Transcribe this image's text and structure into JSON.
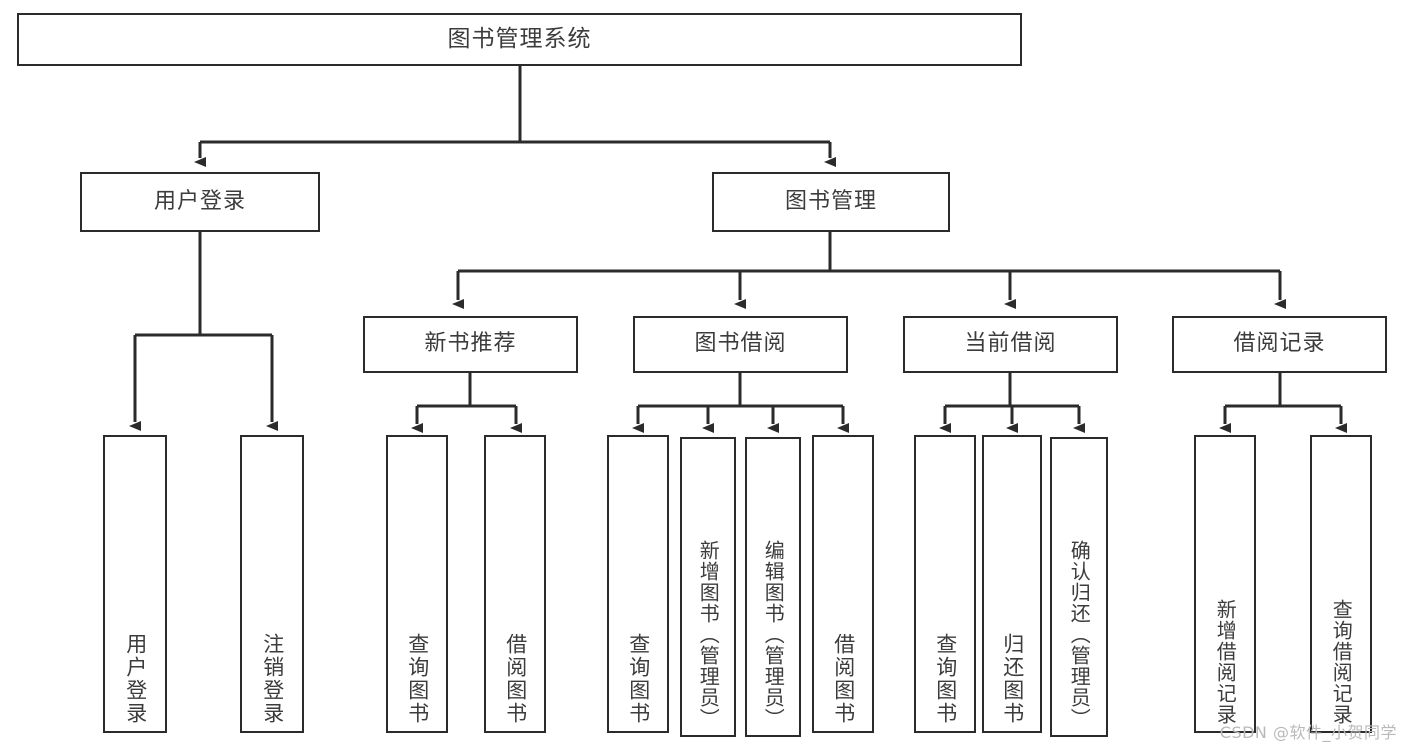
{
  "diagram": {
    "title": "图书管理系统",
    "type": "tree",
    "orientation": "top-down",
    "stroke_color": "#2b2b2b",
    "text_color": "#3c3c3c",
    "background_color": "#ffffff"
  },
  "nodes": {
    "root": {
      "label": "图书管理系统"
    },
    "level1": [
      {
        "label": "用户登录"
      },
      {
        "label": "图书管理"
      }
    ],
    "level2": [
      {
        "label": "新书推荐"
      },
      {
        "label": "图书借阅"
      },
      {
        "label": "当前借阅"
      },
      {
        "label": "借阅记录"
      }
    ],
    "leaves": {
      "user_login": [
        {
          "label": "用户登录"
        },
        {
          "label": "注销登录"
        }
      ],
      "new_book_recommend": [
        {
          "label": "查询图书"
        },
        {
          "label": "借阅图书"
        }
      ],
      "book_borrow": [
        {
          "label": "查询图书"
        },
        {
          "label": "新增图书（管理员）"
        },
        {
          "label": "编辑图书（管理员）"
        },
        {
          "label": "借阅图书"
        }
      ],
      "current_borrow": [
        {
          "label": "查询图书"
        },
        {
          "label": "归还图书"
        },
        {
          "label": "确认归还（管理员）"
        }
      ],
      "borrow_record": [
        {
          "label": "新增借阅记录"
        },
        {
          "label": "查询借阅记录"
        }
      ]
    }
  },
  "watermark": {
    "text": "CSDN @软件_小贺同学"
  }
}
